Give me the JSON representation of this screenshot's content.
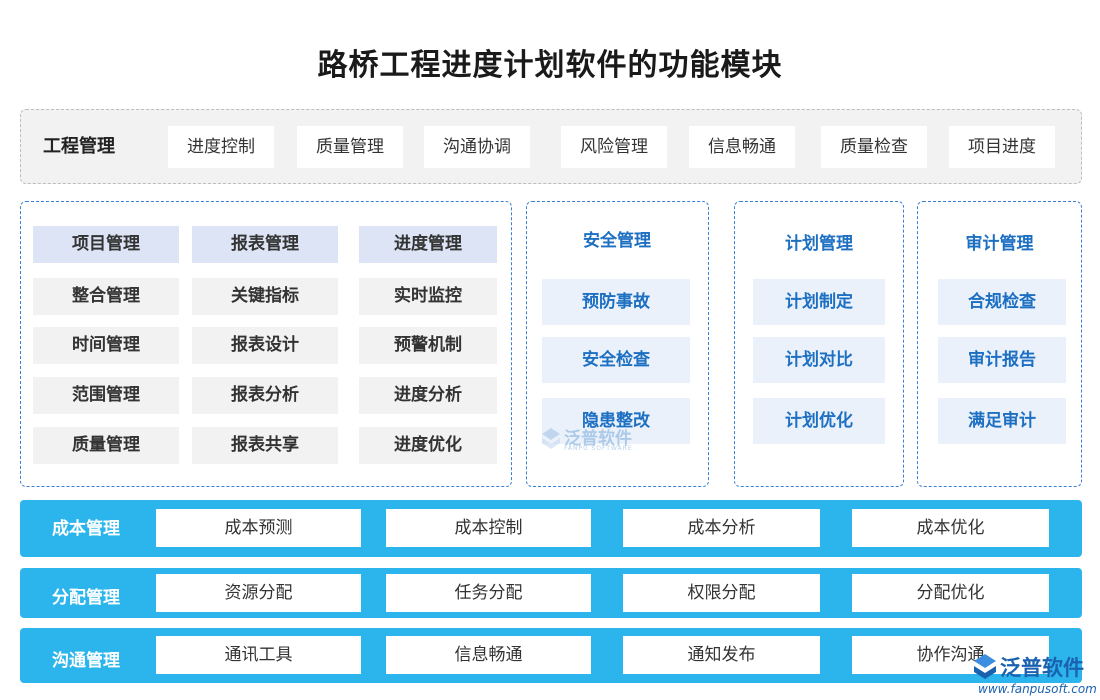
{
  "title": "路桥工程进度计划软件的功能模块",
  "top": {
    "head": "工程管理",
    "items": [
      "进度控制",
      "质量管理",
      "沟通协调",
      "风险管理",
      "信息畅通",
      "质量检查",
      "项目进度"
    ]
  },
  "left_panel": {
    "columns": [
      {
        "head": "项目管理",
        "items": [
          "整合管理",
          "时间管理",
          "范围管理",
          "质量管理"
        ]
      },
      {
        "head": "报表管理",
        "items": [
          "关键指标",
          "报表设计",
          "报表分析",
          "报表共享"
        ]
      },
      {
        "head": "进度管理",
        "items": [
          "实时监控",
          "预警机制",
          "进度分析",
          "进度优化"
        ]
      }
    ]
  },
  "safety": {
    "title": "安全管理",
    "items": [
      "预防事故",
      "安全检查",
      "隐患整改"
    ]
  },
  "plan": {
    "title": "计划管理",
    "items": [
      "计划制定",
      "计划对比",
      "计划优化"
    ]
  },
  "audit": {
    "title": "审计管理",
    "items": [
      "合规检查",
      "审计报告",
      "满足审计"
    ]
  },
  "bars": [
    {
      "head": "成本管理",
      "items": [
        "成本预测",
        "成本控制",
        "成本分析",
        "成本优化"
      ]
    },
    {
      "head": "分配管理",
      "items": [
        "资源分配",
        "任务分配",
        "权限分配",
        "分配优化"
      ]
    },
    {
      "head": "沟通管理",
      "items": [
        "通讯工具",
        "信息畅通",
        "通知发布",
        "协作沟通"
      ]
    }
  ],
  "watermark": {
    "cn": "泛普软件",
    "en": "FANPU SOFTWARE"
  },
  "logo": {
    "cn": "泛普软件",
    "url": "www.fanpusoft.com"
  },
  "colors": {
    "accent_blue": "#2bb5ec",
    "panel_border": "#3a7fd6",
    "text_blue": "#1d6fc2",
    "head_cell": "#dde4f6"
  }
}
